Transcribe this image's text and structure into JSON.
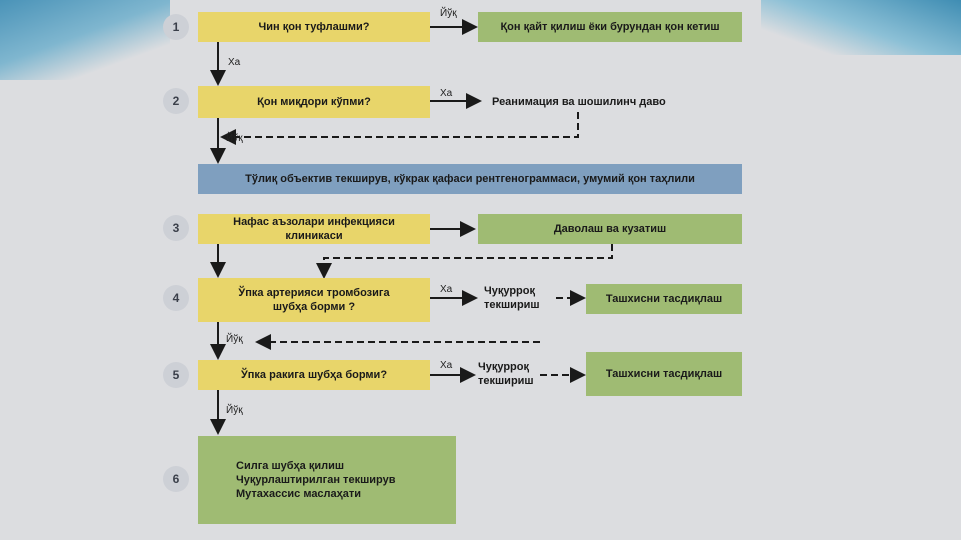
{
  "steps": [
    "1",
    "2",
    "3",
    "4",
    "5",
    "6"
  ],
  "nodes": {
    "q1": "Чин қон туфлашми?",
    "a1": "Қон қайт қилиш ёки бурундан қон кетиш",
    "q2": "Қон миқдори кўпми?",
    "a2": "Реанимация ва шошилинч даво",
    "exam": "Тўлиқ объектив текширув, кўкрак қафаси рентгенограммаси, умумий қон таҳлили",
    "q3": "Нафас аъзолари инфекцияси клиникаси",
    "a3": "Даволаш ва кузатиш",
    "q4_line1": "Ўпка артерияси тромбозига",
    "q4_line2": "шубҳа борми ?",
    "d4_line1": "Чуқурроқ",
    "d4_line2": "текшириш",
    "c4": "Ташхисни тасдиқлаш",
    "q5": "Ўпка ракига шубҳа борми?",
    "d5_line1": "Чуқурроқ",
    "d5_line2": "текшириш",
    "c5": "Ташхисни тасдиқлаш",
    "final_line1": "Силга шубҳа қилиш",
    "final_line2": "Чуқурлаштирилган текширув",
    "final_line3": "Мутахассис маслаҳати"
  },
  "edge_labels": {
    "q1_no": "Йўқ",
    "q1_yes": "Ха",
    "q2_yes": "Ха",
    "q2_no": "Йўқ",
    "q4_yes": "Ха",
    "q4_no": "Йўқ",
    "q5_yes": "Ха",
    "q5_no": "Йўқ"
  },
  "colors": {
    "question": "#e8d56a",
    "action": "#9fbb73",
    "exam": "#7f9fbf",
    "arrow": "#1a1a1a"
  }
}
